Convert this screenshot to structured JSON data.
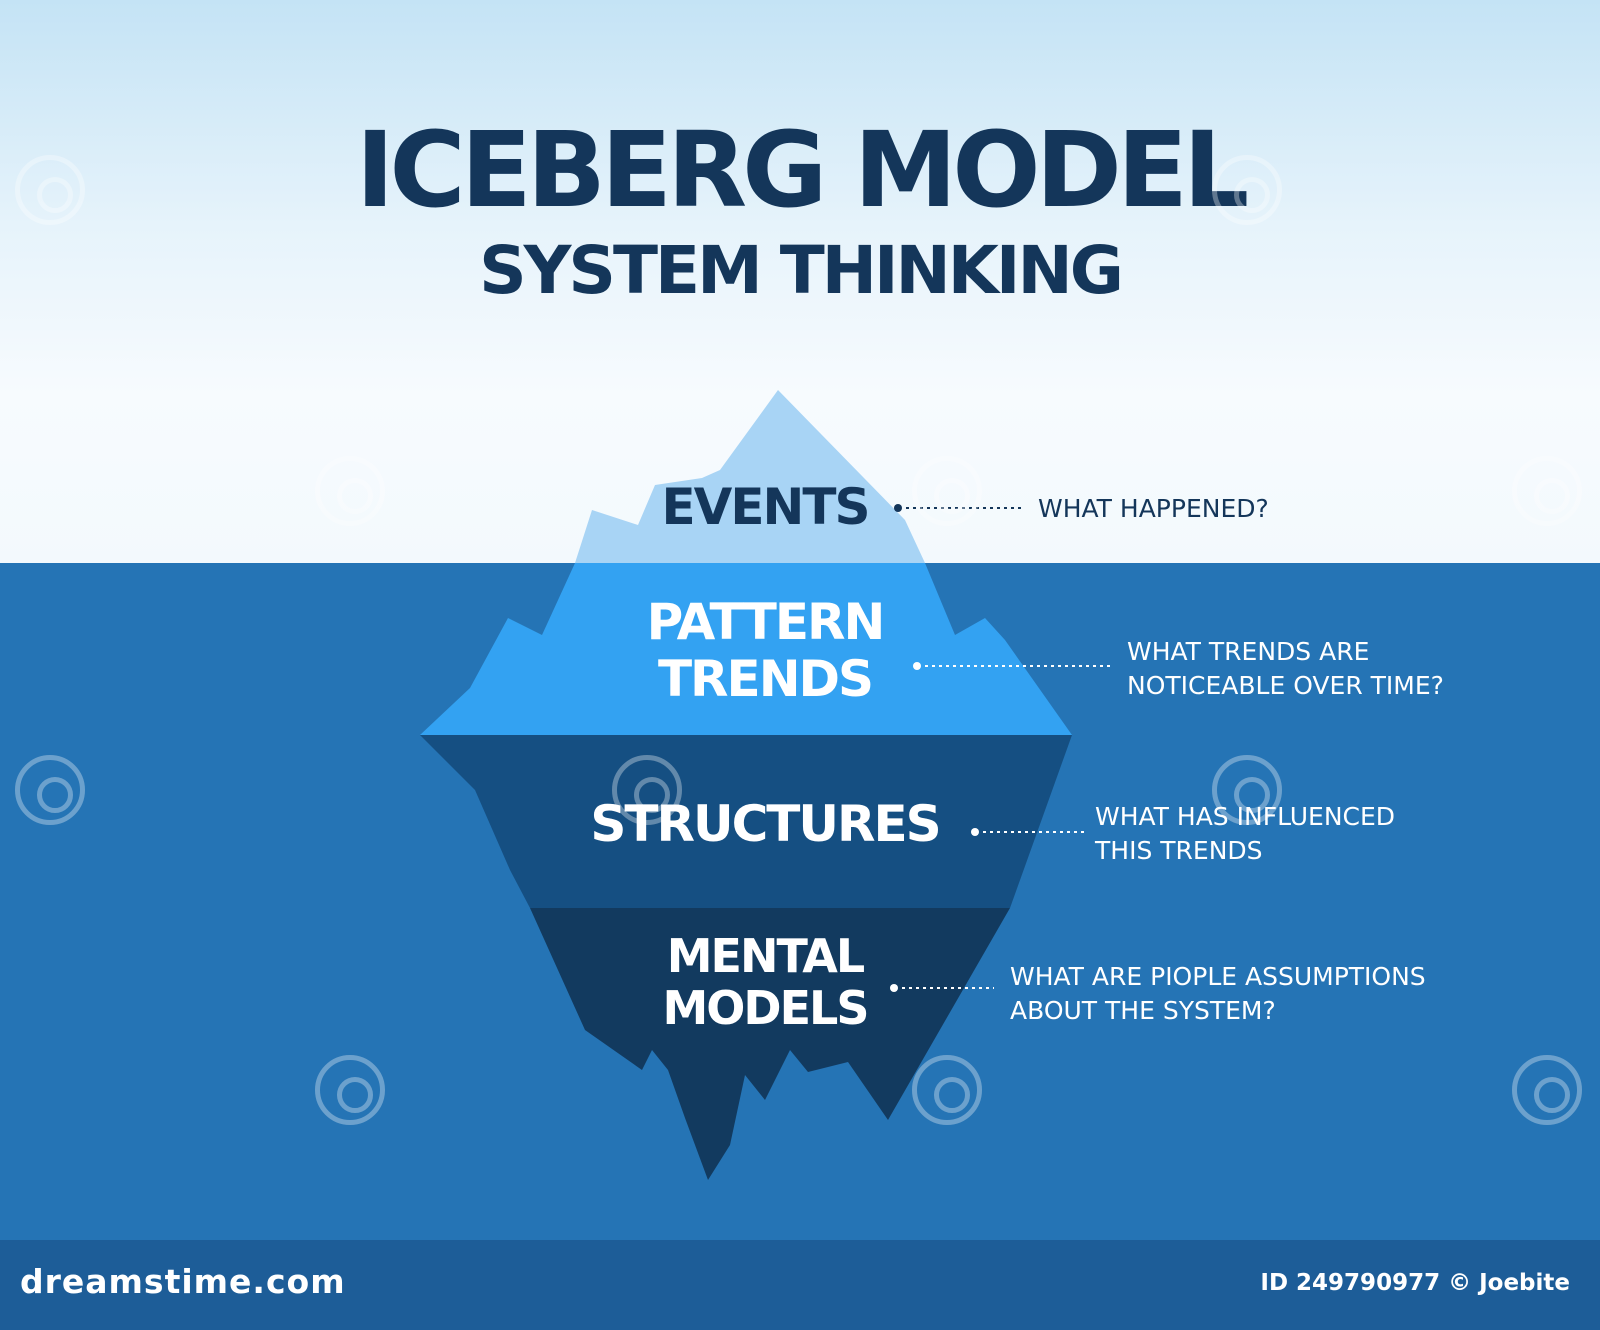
{
  "title": "ICEBERG MODEL",
  "subtitle": "SYSTEM THINKING",
  "layers": [
    {
      "name": "EVENTS",
      "lines": [
        "EVENTS"
      ],
      "question_lines": [
        "WHAT HAPPENED?"
      ],
      "color": "#a8d4f5"
    },
    {
      "name": "PATTERN TRENDS",
      "lines": [
        "PATTERN",
        "TRENDS"
      ],
      "question_lines": [
        "WHAT TRENDS ARE",
        "NOTICEABLE OVER TIME?"
      ],
      "color": "#33a2f2"
    },
    {
      "name": "STRUCTURES",
      "lines": [
        "STRUCTURES"
      ],
      "question_lines": [
        "WHAT HAS INFLUENCED",
        "THIS TRENDS"
      ],
      "color": "#154f82"
    },
    {
      "name": "MENTAL MODELS",
      "lines": [
        "MENTAL",
        "MODELS"
      ],
      "question_lines": [
        "WHAT ARE PIOPLE ASSUMPTIONS",
        "ABOUT THE SYSTEM?"
      ],
      "color": "#123a5f"
    }
  ],
  "colors": {
    "title": "#14365a",
    "sky": "#e6f3fb",
    "sea": "#2574b5",
    "footer": "#1d5d98"
  },
  "watermark": {
    "site": "dreamstime.com",
    "credit": "ID 249790977 © Joebite"
  }
}
